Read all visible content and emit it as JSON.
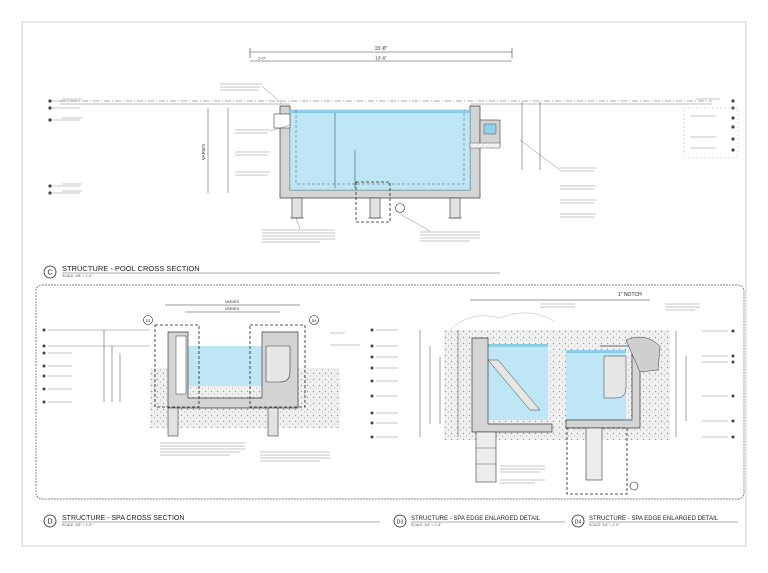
{
  "colors": {
    "water": "#bfe6f4",
    "water_dark": "#8fd0ea",
    "line": "#3a3a3a",
    "concrete": "#cfcfcf",
    "soil": "#e6e6e6"
  },
  "sections": {
    "c": {
      "id": "C",
      "title": "STRUCTURE - POOL CROSS SECTION",
      "scale": "SCALE: 3/8\" = 1'-0\"",
      "dims": {
        "overall": "15'-8\"",
        "mid": "13'-8\"",
        "left": "1'-0\"",
        "varies": "VARIES"
      }
    },
    "d": {
      "id": "D",
      "title": "STRUCTURE - SPA CROSS SECTION",
      "scale": "SCALE: 3/8\" = 1'-0\"",
      "dims": {
        "top1": "VARIES",
        "top2": "VARIES"
      },
      "bubbles": [
        "D3",
        "D4"
      ]
    },
    "d3": {
      "id": "D3",
      "title": "STRUCTURE - SPA EDGE ENLARGED DETAIL",
      "scale": "SCALE: 3/4\" = 1'-0\""
    },
    "d4": {
      "id": "D4",
      "title": "STRUCTURE - SPA EDGE ENLARGED DETAIL",
      "scale": "SCALE: 3/4\" = 1'-0\"",
      "notch": "1\" NOTCH"
    }
  }
}
